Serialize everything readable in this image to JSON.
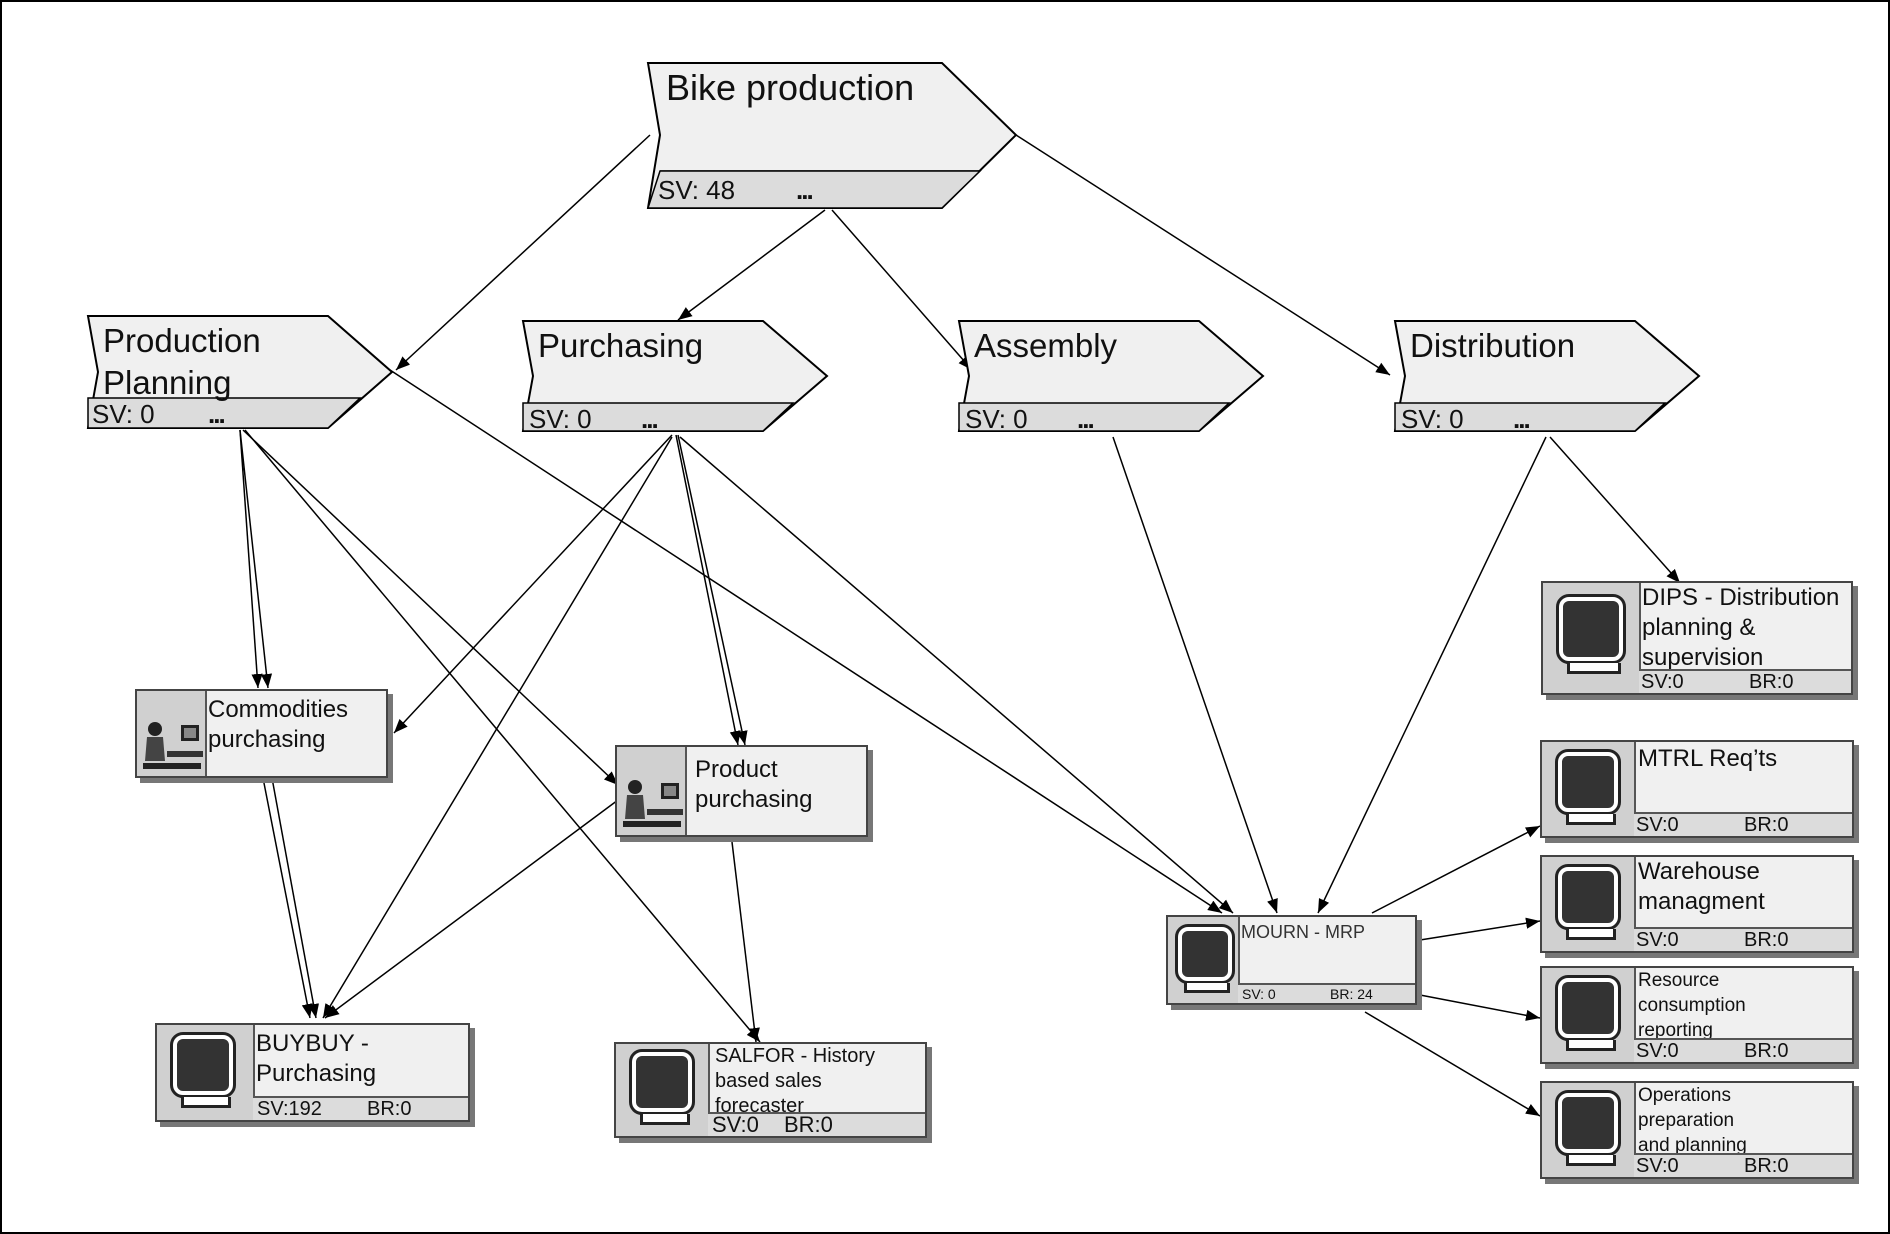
{
  "processes": {
    "bike": {
      "title": "Bike production",
      "sv": "SV: 48",
      "dots": "..."
    },
    "planning": {
      "title": "Production\nPlanning",
      "sv": "SV: 0",
      "dots": "..."
    },
    "purchasing": {
      "title": "Purchasing",
      "sv": "SV: 0",
      "dots": "..."
    },
    "assembly": {
      "title": "Assembly",
      "sv": "SV: 0",
      "dots": "..."
    },
    "distribution": {
      "title": "Distribution",
      "sv": "SV: 0",
      "dots": "..."
    }
  },
  "activities": {
    "commodities": {
      "label": "Commodities\npurchasing",
      "icon": "person-at-computer-icon"
    },
    "product": {
      "label": "Product\npurchasing",
      "icon": "person-at-computer-icon"
    }
  },
  "systems": {
    "buybuy": {
      "label": "BUYBUY -\nPurchasing",
      "sv": "SV:192",
      "br": "BR:0",
      "icon": "monitor-icon"
    },
    "salfor": {
      "label": "SALFOR - History\nbased sales\nforecaster",
      "sv": "SV:0",
      "br": "BR:0",
      "icon": "monitor-icon"
    },
    "mourn": {
      "label": "MOURN - MRP",
      "sv": "SV: 0",
      "br": "BR: 24",
      "icon": "monitor-icon"
    },
    "dips": {
      "label": "DIPS - Distribution\nplanning &\nsupervision",
      "sv": "SV:0",
      "br": "BR:0",
      "icon": "monitor-icon"
    },
    "mtrl": {
      "label": "MTRL Req’ts",
      "sv": "SV:0",
      "br": "BR:0",
      "icon": "monitor-icon"
    },
    "warehouse": {
      "label": "Warehouse\nmanagment",
      "sv": "SV:0",
      "br": "BR:0",
      "icon": "monitor-icon"
    },
    "resource": {
      "label": "Resource\nconsumption\nreporting",
      "sv": "SV:0",
      "br": "BR:0",
      "icon": "monitor-icon"
    },
    "operations": {
      "label": "Operations\npreparation\nand planning",
      "sv": "SV:0",
      "br": "BR:0",
      "icon": "monitor-icon"
    }
  },
  "colors": {
    "fill": "#f0f0f0",
    "footer": "#dcdcdc",
    "icon_bg": "#d0d0d0",
    "line": "#000000"
  }
}
